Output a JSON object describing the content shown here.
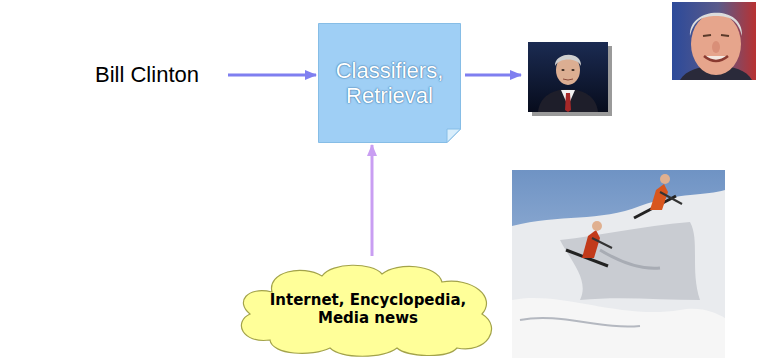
{
  "diagram": {
    "nodes": [
      {
        "text": [
          "Bill Clinton"
        ]
      },
      {
        "text": [
          "Classifiers, Retrieval"
        ]
      },
      {
        "text": [
          "Internet, Encyclopedia, Media news"
        ]
      }
    ],
    "edges": [
      {
        "from": 0,
        "to": 1,
        "arrow": "to"
      },
      {
        "from": 2,
        "to": 1,
        "arrow": "to"
      }
    ]
  }
}
